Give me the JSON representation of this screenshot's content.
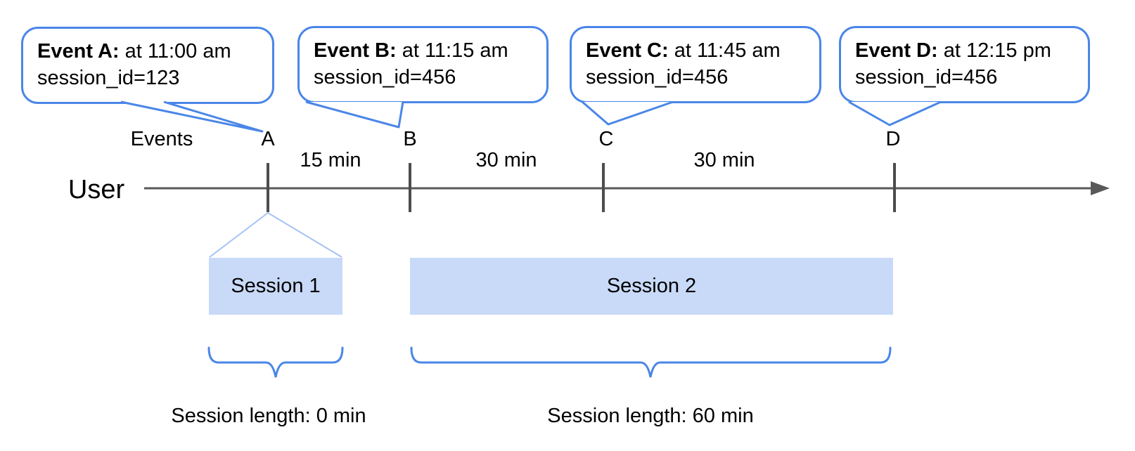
{
  "bubbles": [
    {
      "label": "Event A:",
      "time": " at 11:00 am",
      "session": "session_id=123"
    },
    {
      "label": "Event B:",
      "time": " at 11:15 am",
      "session": "session_id=456"
    },
    {
      "label": "Event C:",
      "time": " at 11:45 am",
      "session": "session_id=456"
    },
    {
      "label": "Event D:",
      "time": " at 12:15 pm",
      "session": "session_id=456"
    }
  ],
  "timeline": {
    "events_label": "Events",
    "user_label": "User",
    "ticks": [
      "A",
      "B",
      "C",
      "D"
    ],
    "intervals": [
      "15 min",
      "30 min",
      "30 min"
    ]
  },
  "sessions": [
    {
      "label": "Session 1",
      "length_label": "Session length: 0 min"
    },
    {
      "label": "Session 2",
      "length_label": "Session length: 60 min"
    }
  ],
  "icons": {
    "timeline_end": "arrow-right"
  },
  "colors": {
    "bubble_border": "#4a86e8",
    "session_fill": "#c9daf8",
    "funnel_stroke": "#a4c2f4",
    "brace_stroke": "#4a86e8",
    "axis": "#595959",
    "text": "#000000"
  }
}
